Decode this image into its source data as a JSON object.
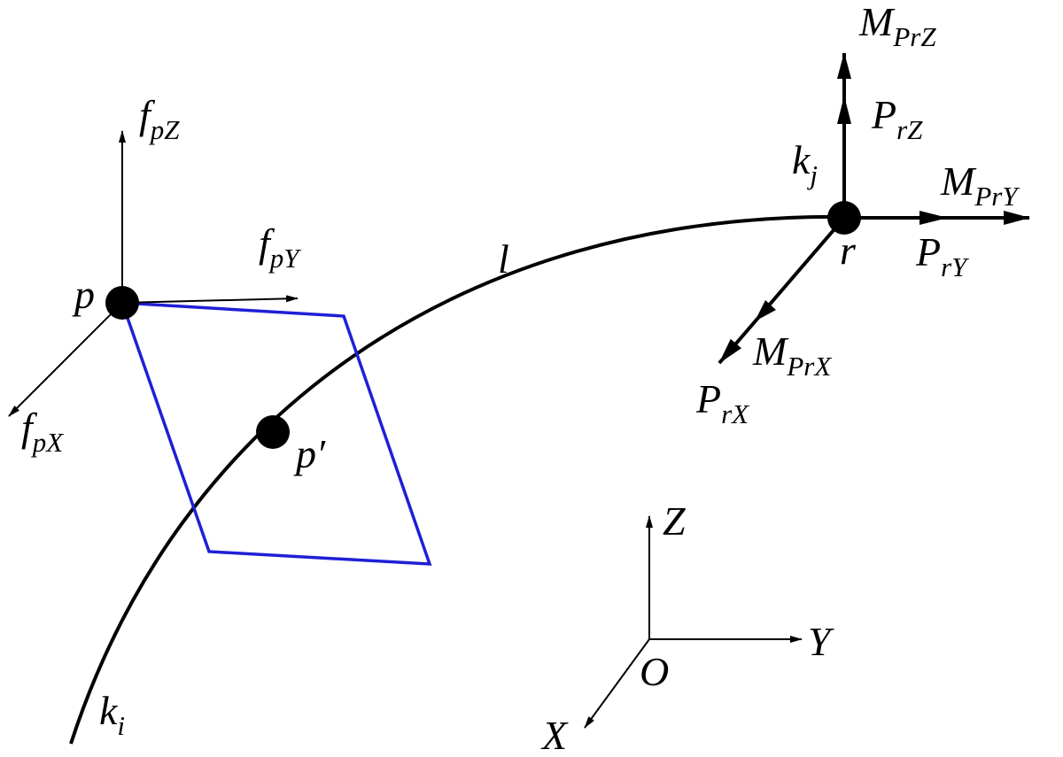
{
  "colors": {
    "ink": "#000000",
    "plane": "#1f1fd6",
    "background": "#ffffff"
  },
  "labels": {
    "p": "p",
    "fpZ": {
      "base": "f",
      "sub": "pZ"
    },
    "fpY": {
      "base": "f",
      "sub": "pY"
    },
    "fpX": {
      "base": "f",
      "sub": "pX"
    },
    "l": "l",
    "p_prime": "p′",
    "ki": {
      "base": "k",
      "sub": "i"
    },
    "kj": {
      "base": "k",
      "sub": "j"
    },
    "r": "r",
    "MPrZ": {
      "base": "M",
      "sub": "PrZ"
    },
    "PrZ": {
      "base": "P",
      "sub": "rZ"
    },
    "MPrY": {
      "base": "M",
      "sub": "PrY"
    },
    "PrY": {
      "base": "P",
      "sub": "rY"
    },
    "MPrX": {
      "base": "M",
      "sub": "PrX"
    },
    "PrX": {
      "base": "P",
      "sub": "rX"
    },
    "axis_Z": "Z",
    "axis_Y": "Y",
    "axis_X": "X",
    "origin": "O"
  }
}
